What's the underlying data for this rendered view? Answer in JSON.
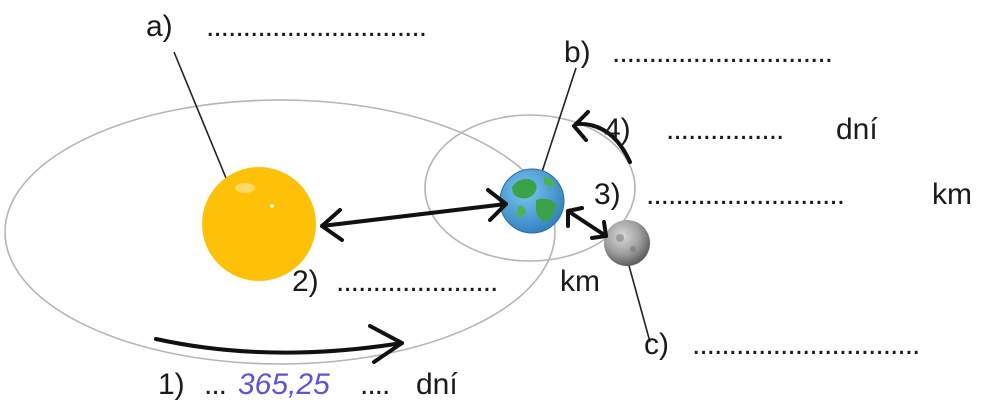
{
  "labels": {
    "a": "a)",
    "b": "b)",
    "c": "c)",
    "q1": "1)",
    "q2": "2)",
    "q3": "3)",
    "q4": "4)"
  },
  "blanks": {
    "a": "..............................",
    "b": "..............................",
    "c": "...............................",
    "q1_before": "...",
    "q1_after": "....",
    "q2": "......................",
    "q3": "...........................",
    "q4": "................"
  },
  "answers": {
    "q1": "365,25"
  },
  "units": {
    "q1": "dní",
    "q2": "km",
    "q3": "km",
    "q4": "dní"
  },
  "colors": {
    "sun": "#ffc107",
    "earth_ocean": "#4a9fd8",
    "earth_land": "#3aa34a",
    "moon": "#9a9a9a",
    "orbit": "#b5b5b5",
    "answer": "#5a55d6"
  }
}
